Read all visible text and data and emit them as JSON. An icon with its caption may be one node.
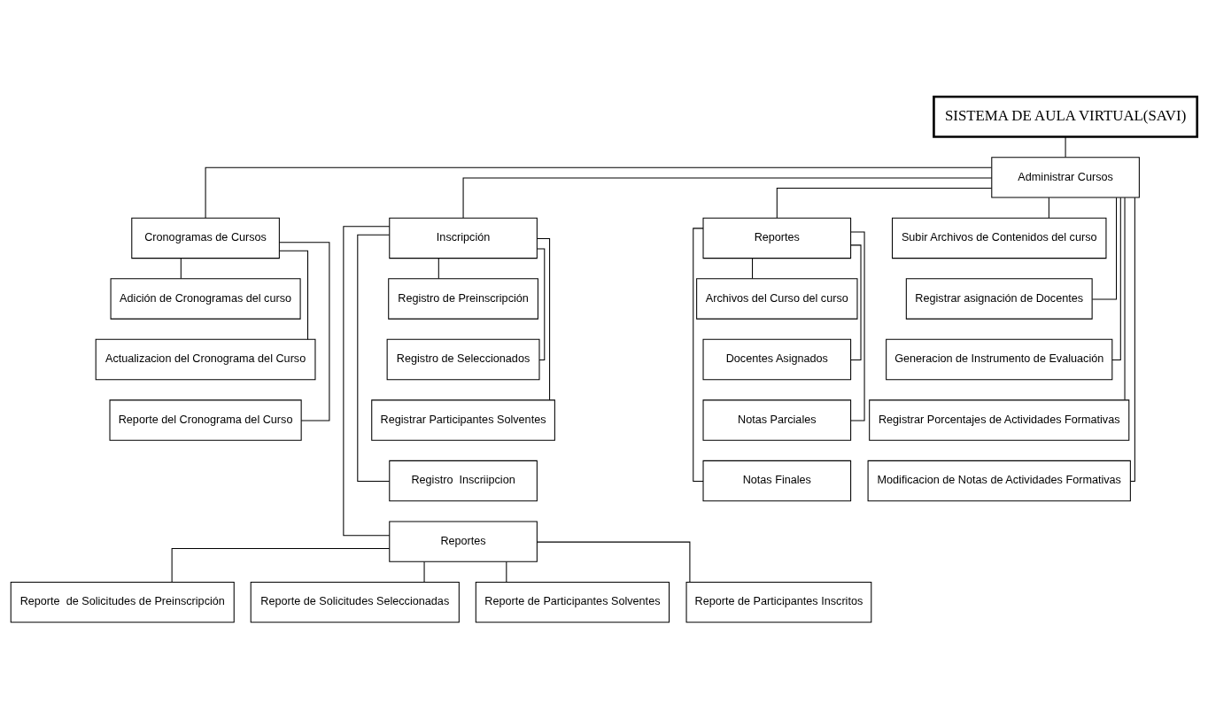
{
  "diagram": {
    "nodes": [
      {
        "text": [
          "SISTEMA DE AULA VIRTUAL(SAVI)"
        ]
      },
      {
        "text": [
          "Administrar Cursos"
        ]
      },
      {
        "text": [
          "Cronogramas de Cursos"
        ]
      },
      {
        "text": [
          "Inscripción"
        ]
      },
      {
        "text": [
          "Subir Archivos de Contenidos del curso"
        ]
      },
      {
        "text": [
          "Reportes"
        ]
      },
      {
        "text": [
          "Adición de Cronogramas del curso"
        ]
      },
      {
        "text": [
          "Actualizacion del Cronograma del Curso"
        ]
      },
      {
        "text": [
          "Reporte del Cronograma del Curso"
        ]
      },
      {
        "text": [
          "Registro de Preinscripción"
        ]
      },
      {
        "text": [
          "Registro de Seleccionados"
        ]
      },
      {
        "text": [
          "Registrar Participantes Solventes"
        ]
      },
      {
        "text": [
          "Registro  Inscriipcion"
        ]
      },
      {
        "text": [
          "Reportes"
        ]
      },
      {
        "text": [
          "Registrar asignación de Docentes"
        ]
      },
      {
        "text": [
          "Generacion de Instrumento de Evaluación"
        ]
      },
      {
        "text": [
          "Registrar Porcentajes de Actividades Formativas"
        ]
      },
      {
        "text": [
          "Modificacion de Notas de Actividades Formativas"
        ]
      },
      {
        "text": [
          "Archivos del Curso del curso"
        ]
      },
      {
        "text": [
          "Docentes Asignados"
        ]
      },
      {
        "text": [
          "Notas Parciales"
        ]
      },
      {
        "text": [
          "Notas Finales"
        ]
      },
      {
        "text": [
          "Reporte  de Solicitudes de Preinscripción"
        ]
      },
      {
        "text": [
          "Reporte de Solicitudes Seleccionadas"
        ]
      },
      {
        "text": [
          "Reporte de Participantes Solventes"
        ]
      },
      {
        "text": [
          "Reporte de Participantes Inscritos"
        ]
      }
    ],
    "edges": [
      {
        "from": 0,
        "to": 1,
        "arrow": "none"
      },
      {
        "from": 1,
        "to": 2,
        "arrow": "none"
      },
      {
        "from": 1,
        "to": 3,
        "arrow": "none"
      },
      {
        "from": 1,
        "to": 4,
        "arrow": "none"
      },
      {
        "from": 1,
        "to": 5,
        "arrow": "none"
      },
      {
        "from": 2,
        "to": 6,
        "arrow": "none"
      },
      {
        "from": 2,
        "to": 7,
        "arrow": "none"
      },
      {
        "from": 2,
        "to": 8,
        "arrow": "none"
      },
      {
        "from": 3,
        "to": 9,
        "arrow": "none"
      },
      {
        "from": 3,
        "to": 10,
        "arrow": "none"
      },
      {
        "from": 3,
        "to": 11,
        "arrow": "none"
      },
      {
        "from": 3,
        "to": 12,
        "arrow": "none"
      },
      {
        "from": 3,
        "to": 13,
        "arrow": "none"
      },
      {
        "from": 1,
        "to": 14,
        "arrow": "none"
      },
      {
        "from": 1,
        "to": 15,
        "arrow": "none"
      },
      {
        "from": 1,
        "to": 16,
        "arrow": "none"
      },
      {
        "from": 1,
        "to": 17,
        "arrow": "none"
      },
      {
        "from": 5,
        "to": 18,
        "arrow": "none"
      },
      {
        "from": 5,
        "to": 19,
        "arrow": "none"
      },
      {
        "from": 5,
        "to": 20,
        "arrow": "none"
      },
      {
        "from": 5,
        "to": 21,
        "arrow": "none"
      },
      {
        "from": 13,
        "to": 22,
        "arrow": "none"
      },
      {
        "from": 13,
        "to": 23,
        "arrow": "none"
      },
      {
        "from": 13,
        "to": 24,
        "arrow": "none"
      },
      {
        "from": 13,
        "to": 25,
        "arrow": "none"
      }
    ]
  }
}
